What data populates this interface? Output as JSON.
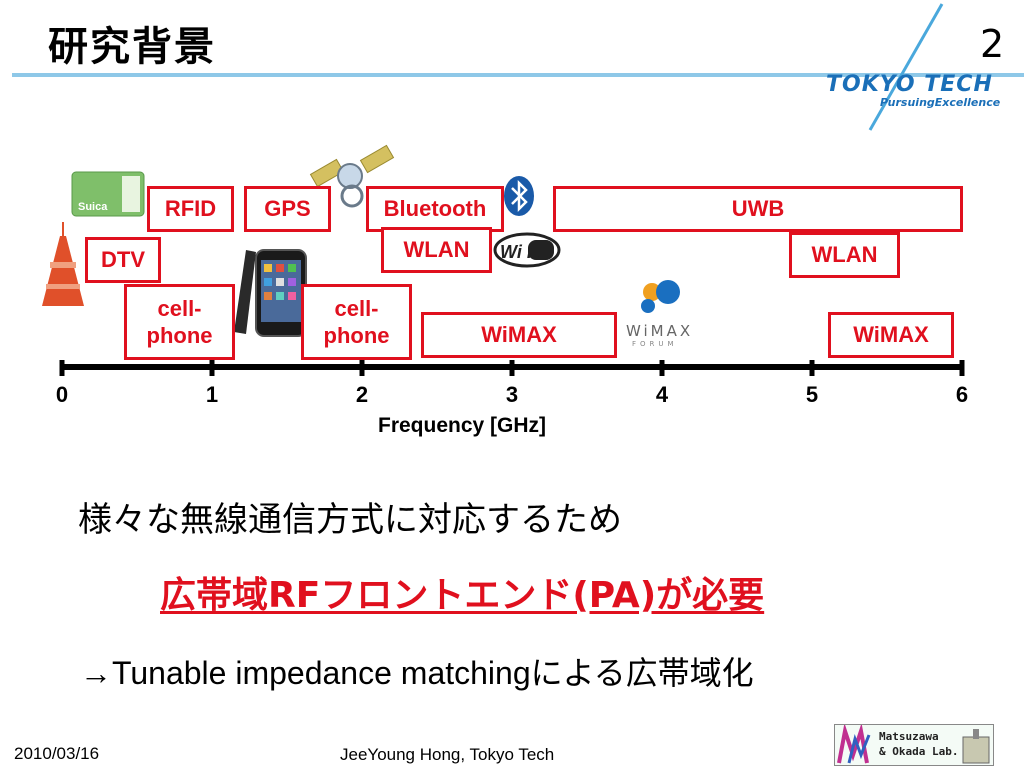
{
  "header": {
    "title": "研究背景",
    "page_number": "2",
    "logo_text": "TOKYO TECH",
    "logo_subtitle": "PursuingExcellence"
  },
  "diagram": {
    "bands": [
      {
        "id": "rfid",
        "label": "RFID"
      },
      {
        "id": "gps",
        "label": "GPS"
      },
      {
        "id": "bluetooth",
        "label": "Bluetooth"
      },
      {
        "id": "uwb",
        "label": "UWB"
      },
      {
        "id": "dtv",
        "label": "DTV"
      },
      {
        "id": "wlan1",
        "label": "WLAN"
      },
      {
        "id": "wlan2",
        "label": "WLAN"
      },
      {
        "id": "cell1",
        "label": "cell-\nphone"
      },
      {
        "id": "cell2",
        "label": "cell-\nphone"
      },
      {
        "id": "wimax1",
        "label": "WiMAX"
      },
      {
        "id": "wimax2",
        "label": "WiMAX"
      }
    ],
    "axis": {
      "ticks": [
        "0",
        "1",
        "2",
        "3",
        "4",
        "5",
        "6"
      ],
      "xlabel": "Frequency [GHz]"
    },
    "icons": {
      "suica_card_text": "Suica",
      "wifi_logo_text": "Wi Fi",
      "wimax_logo_text": "WiMAX",
      "wimax_forum_text": "FORUM"
    },
    "accent_color": "#e0101e"
  },
  "body": {
    "line1": "様々な無線通信方式に対応するため",
    "line2": "広帯域RFフロントエンド(PA)が必要",
    "line3": "→Tunable impedance matchingによる広帯域化"
  },
  "footer": {
    "date": "2010/03/16",
    "author": "JeeYoung Hong, Tokyo Tech",
    "lab_name_line1": "Matsuzawa",
    "lab_name_line2": "& Okada Lab."
  }
}
